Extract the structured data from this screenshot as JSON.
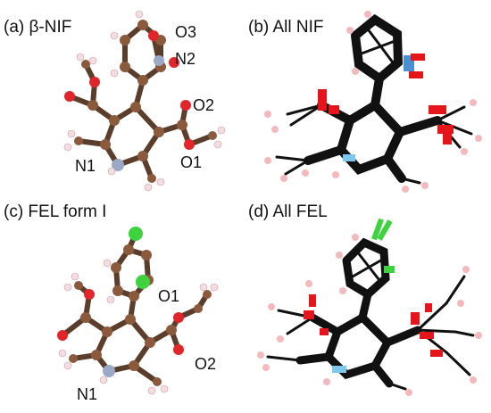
{
  "panels": {
    "a": {
      "label": "(a) β-NIF",
      "atoms": {
        "o3": "O3",
        "n2": "N2",
        "o2": "O2",
        "o1": "O1",
        "n1": "N1"
      }
    },
    "b": {
      "label": "(b) All NIF"
    },
    "c": {
      "label": "(c) FEL form I",
      "atoms": {
        "o1": "O1",
        "o2": "O2",
        "n1": "N1"
      }
    },
    "d": {
      "label": "(d) All FEL"
    }
  },
  "colors": {
    "carbon": "#8b5a3c",
    "oxygen": "#e0262a",
    "nitrogen": "#9aa9c8",
    "hydrogen": "#f2dede",
    "chlorine": "#3fd23f",
    "overlay_bond": "#111111",
    "overlay_oxygen": "#e4151b",
    "overlay_nitrogen": "#7ec8f0",
    "overlay_nitro_n": "#4a8fd4",
    "overlay_hydrogen": "#f3b9bd"
  }
}
